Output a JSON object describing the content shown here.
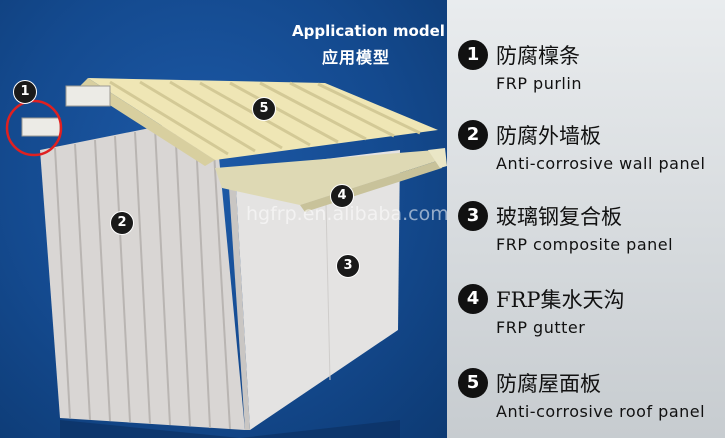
{
  "header": {
    "title_en": "Application model",
    "title_cn": "应用模型"
  },
  "watermark": "hgfrp.en.alibaba.com",
  "callouts": [
    "1",
    "2",
    "3",
    "4",
    "5"
  ],
  "legend": [
    {
      "number": "1",
      "cn": "防腐檁条",
      "en": "FRP purlin"
    },
    {
      "number": "2",
      "cn": "防腐外墙板",
      "en": "Anti-corrosive wall panel"
    },
    {
      "number": "3",
      "cn": "玻璃钢复合板",
      "en": "FRP composite panel"
    },
    {
      "number": "4",
      "cn": "FRP集水天沟",
      "en": "FRP gutter"
    },
    {
      "number": "5",
      "cn": "防腐屋面板",
      "en": "Anti-corrosive roof panel"
    }
  ],
  "colors": {
    "background_blue": "#144a8f",
    "panel_grey": "#d8dcdf",
    "roof_yellow": "#efe6b5",
    "highlight_red": "#e02020"
  }
}
